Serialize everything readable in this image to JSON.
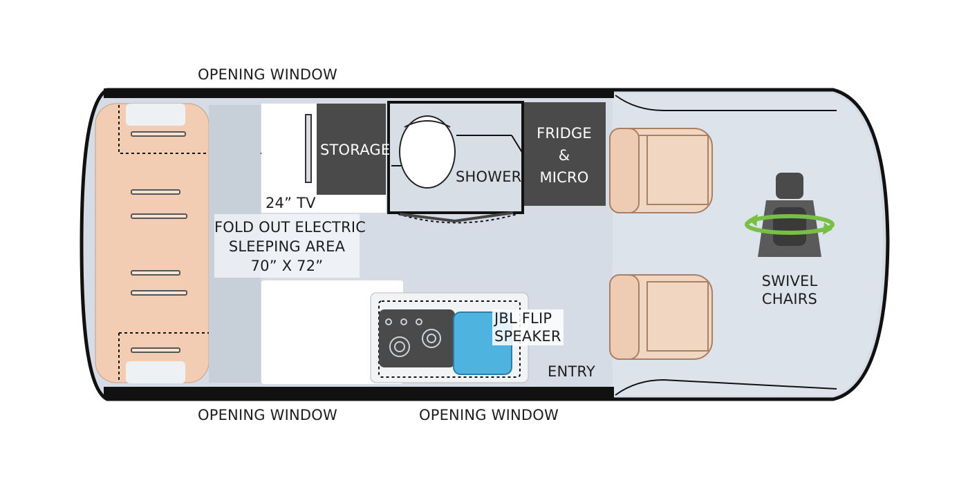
{
  "labels": {
    "opening_window_top": "OPENING WINDOW",
    "opening_window_bottom_left": "OPENING WINDOW",
    "opening_window_bottom_right": "OPENING WINDOW",
    "storage": "STORAGE",
    "tv": "24” TV",
    "shower": "SHOWER",
    "fridge_line1": "FRIDGE",
    "fridge_line2": "&",
    "fridge_line3": "MICRO",
    "sleeping_line1": "FOLD OUT ELECTRIC",
    "sleeping_line2": "SLEEPING AREA",
    "sleeping_line3": "70” X 72”",
    "speaker_line1": "JBL FLIP",
    "speaker_line2": "SPEAKER",
    "entry": "ENTRY",
    "swivel_line1": "SWIVEL",
    "swivel_line2": "CHAIRS"
  },
  "colors": {
    "floor": "#d5dce5",
    "floor_dark": "#b9c1cc",
    "wall": "#111111",
    "bed": "#f2cdb3",
    "cabinet": "#4a4a4a",
    "seat": "#f1d6c2",
    "sink": "#4fb3e0",
    "swivel_arrow": "#78c043",
    "counter": "#ffffff"
  }
}
